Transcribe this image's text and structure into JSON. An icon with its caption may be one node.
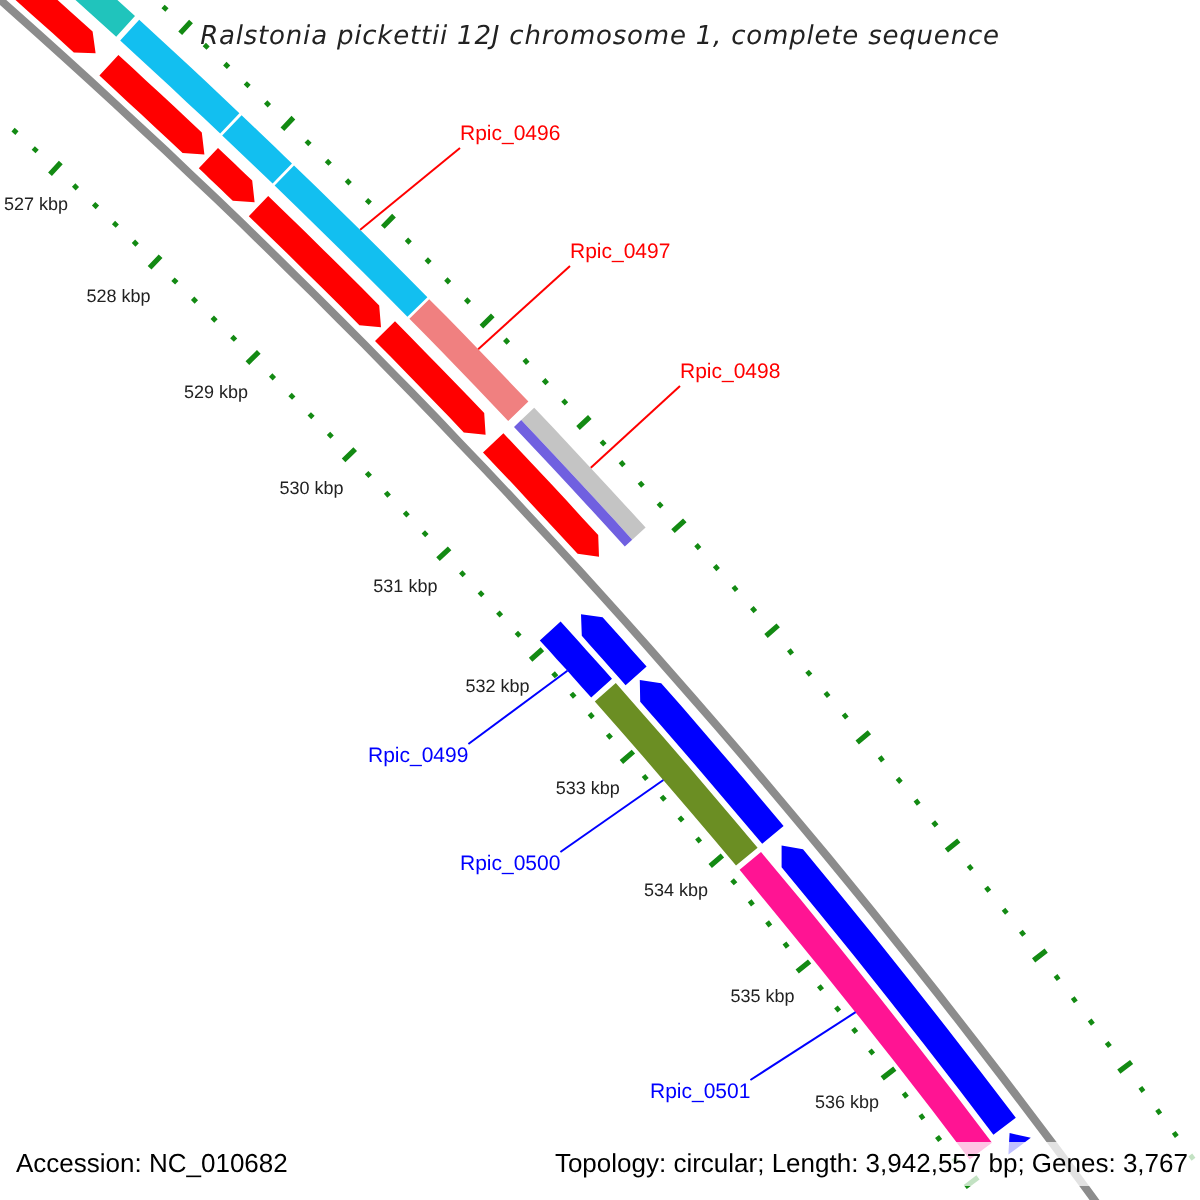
{
  "diagram": {
    "title": "Ralstonia pickettii 12J chromosome 1, complete sequence",
    "nodes": [
      {
        "text": [
          "Rpic_0496"
        ]
      },
      {
        "text": [],
        "shape": "bar"
      },
      {
        "text": [
          "Rpic_0497"
        ]
      },
      {
        "text": [],
        "shape": "bar"
      },
      {
        "text": [
          "Rpic_0498"
        ]
      },
      {
        "text": [],
        "shape": "bar"
      },
      {
        "text": [
          "Rpic_0499"
        ]
      },
      {
        "text": [],
        "shape": "bar"
      },
      {
        "text": [
          "Rpic_0500"
        ]
      },
      {
        "text": [],
        "shape": "bar"
      },
      {
        "text": [
          "Rpic_0501"
        ]
      },
      {
        "text": [],
        "shape": "bar"
      },
      {
        "text": [],
        "shape": "bar"
      },
      {
        "text": [],
        "shape": "bar"
      },
      {
        "text": [],
        "shape": "bar"
      },
      {
        "text": [],
        "shape": "bar"
      },
      {
        "text": [],
        "shape": "bar"
      },
      {
        "text": [],
        "shape": "bar"
      },
      {
        "text": [],
        "shape": "bar"
      },
      {
        "text": [],
        "shape": "bar"
      },
      {
        "text": [],
        "shape": "bar"
      },
      {
        "text": [],
        "shape": "bar"
      },
      {
        "text": [],
        "shape": "bar"
      },
      {
        "text": [],
        "shape": "bar"
      },
      {
        "text": [],
        "shape": "bar"
      }
    ],
    "edges": [
      {
        "from": 0,
        "to": 1,
        "arrow": "none",
        "color": "#ff0000"
      },
      {
        "from": 2,
        "to": 3,
        "arrow": "none",
        "color": "#ff0000"
      },
      {
        "from": 4,
        "to": 5,
        "arrow": "none",
        "color": "#ff0000"
      },
      {
        "from": 6,
        "to": 7,
        "arrow": "none",
        "color": "#0000ff"
      },
      {
        "from": 8,
        "to": 9,
        "arrow": "none",
        "color": "#0000ff"
      },
      {
        "from": 10,
        "to": 11,
        "arrow": "none",
        "color": "#0000ff"
      }
    ],
    "labels": [
      "527 kbp",
      "528 kbp",
      "529 kbp",
      "530 kbp",
      "531 kbp",
      "532 kbp",
      "533 kbp",
      "534 kbp",
      "535 kbp",
      "536 kbp",
      "Accession: NC_010682",
      "Topology: circular; Length: 3,942,557 bp; Genes: 3,767"
    ]
  }
}
